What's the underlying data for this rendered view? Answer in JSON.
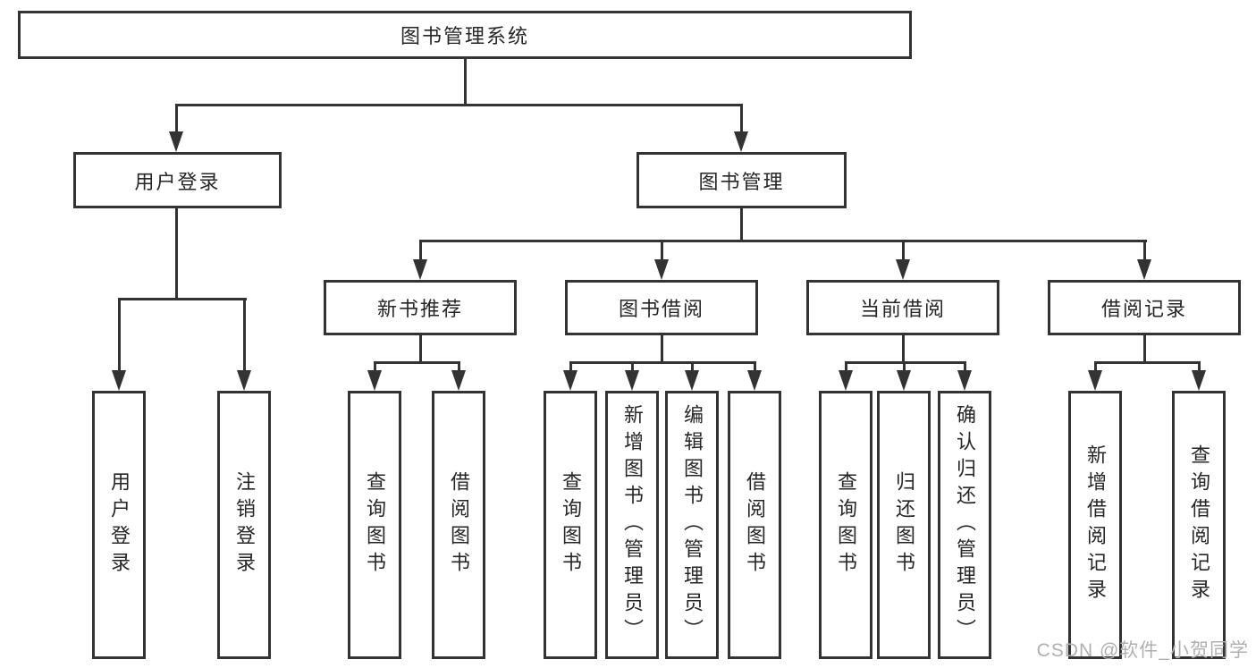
{
  "tree": {
    "root": {
      "label": "图书管理系统",
      "children": [
        {
          "label": "用户登录",
          "children": [
            {
              "label": "用户登录"
            },
            {
              "label": "注销登录"
            }
          ]
        },
        {
          "label": "图书管理",
          "children": [
            {
              "label": "新书推荐",
              "children": [
                {
                  "label": "查询图书"
                },
                {
                  "label": "借阅图书"
                }
              ]
            },
            {
              "label": "图书借阅",
              "children": [
                {
                  "label": "查询图书"
                },
                {
                  "label": "新增图书（管理员）"
                },
                {
                  "label": "编辑图书（管理员）"
                },
                {
                  "label": "借阅图书"
                }
              ]
            },
            {
              "label": "当前借阅",
              "children": [
                {
                  "label": "查询图书"
                },
                {
                  "label": "归还图书"
                },
                {
                  "label": "确认归还（管理员）"
                }
              ]
            },
            {
              "label": "借阅记录",
              "children": [
                {
                  "label": "新增借阅记录"
                },
                {
                  "label": "查询借阅记录"
                }
              ]
            }
          ]
        }
      ]
    }
  },
  "watermark": {
    "text": "CSDN @软件_小贺同学"
  },
  "colors": {
    "line": "#333333",
    "text": "#262626",
    "background": "#ffffff",
    "watermark": "#b0b0b0"
  }
}
